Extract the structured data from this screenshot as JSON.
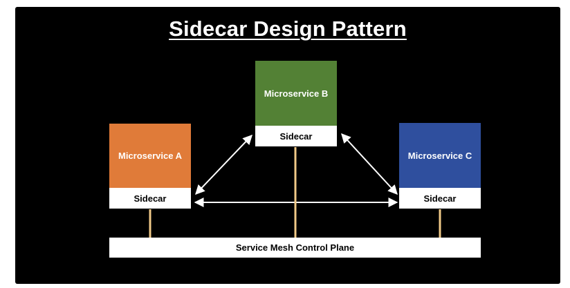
{
  "title": "Sidecar Design Pattern",
  "services": {
    "a": {
      "label": "Microservice A",
      "sidecar": "Sidecar",
      "color": "#e07b39"
    },
    "b": {
      "label": "Microservice B",
      "sidecar": "Sidecar",
      "color": "#538135"
    },
    "c": {
      "label": "Microservice C",
      "sidecar": "Sidecar",
      "color": "#2f4f9e"
    }
  },
  "control_plane": {
    "label": "Service Mesh Control Plane"
  },
  "colors": {
    "background": "#000000",
    "arrow": "#ffffff",
    "connector": "#f0c987"
  }
}
